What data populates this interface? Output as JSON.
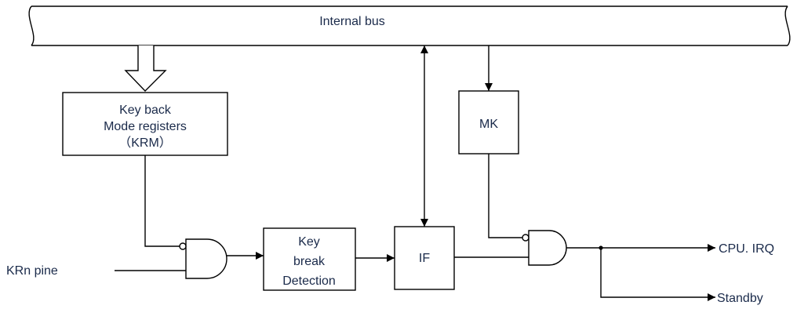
{
  "bus": {
    "label": "Internal bus"
  },
  "krm": {
    "line1": "Key back",
    "line2": "Mode registers",
    "line3": "（KRM）"
  },
  "mk": {
    "label": "MK"
  },
  "key_break": {
    "line1": "Key",
    "line2": "break",
    "line3": "Detection"
  },
  "if_box": {
    "label": "IF"
  },
  "inputs": {
    "krn": "KRn pine"
  },
  "outputs": {
    "cpu_irq": "CPU. IRQ",
    "standby": "Standby"
  }
}
